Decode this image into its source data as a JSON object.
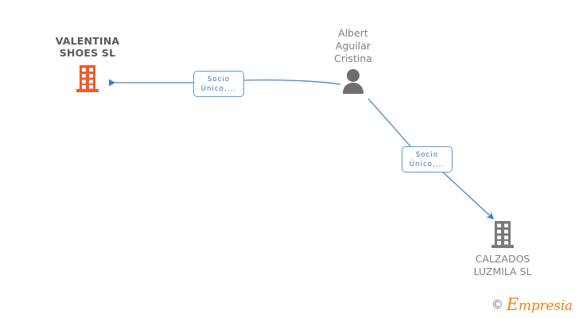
{
  "diagram": {
    "type": "corporate-relationship-graph",
    "background_color": "#ffffff",
    "accent_color": "#f25a2b",
    "edge_color": "#4a86c8",
    "label_color": "#2e75b6",
    "nodes": [
      {
        "id": "valentina-shoes",
        "kind": "company",
        "icon": "building-icon",
        "icon_color": "#f25a2b",
        "label": "VALENTINA\nSHOES SL",
        "label_color": "#595959",
        "highlighted": true
      },
      {
        "id": "albert-aguilar-cristina",
        "kind": "person",
        "icon": "person-icon",
        "icon_color": "#6e6e6e",
        "label": "Albert\nAguilar\nCristina",
        "label_color": "#808080",
        "highlighted": false
      },
      {
        "id": "calzados-luzmila",
        "kind": "company",
        "icon": "building-icon",
        "icon_color": "#7a7a7a",
        "label": "CALZADOS\nLUZMILA SL",
        "label_color": "#808080",
        "highlighted": false
      }
    ],
    "edges": [
      {
        "id": "edge-person-to-valentina",
        "from": "albert-aguilar-cristina",
        "to": "valentina-shoes",
        "label": "Socio\nÚnico,...",
        "direction": "left"
      },
      {
        "id": "edge-person-to-calzados",
        "from": "albert-aguilar-cristina",
        "to": "calzados-luzmila",
        "label": "Socio\nÚnico,...",
        "direction": "down-right"
      }
    ]
  },
  "watermark": {
    "copyright": "©",
    "brand_initial": "E",
    "brand_rest": "mpresia"
  }
}
